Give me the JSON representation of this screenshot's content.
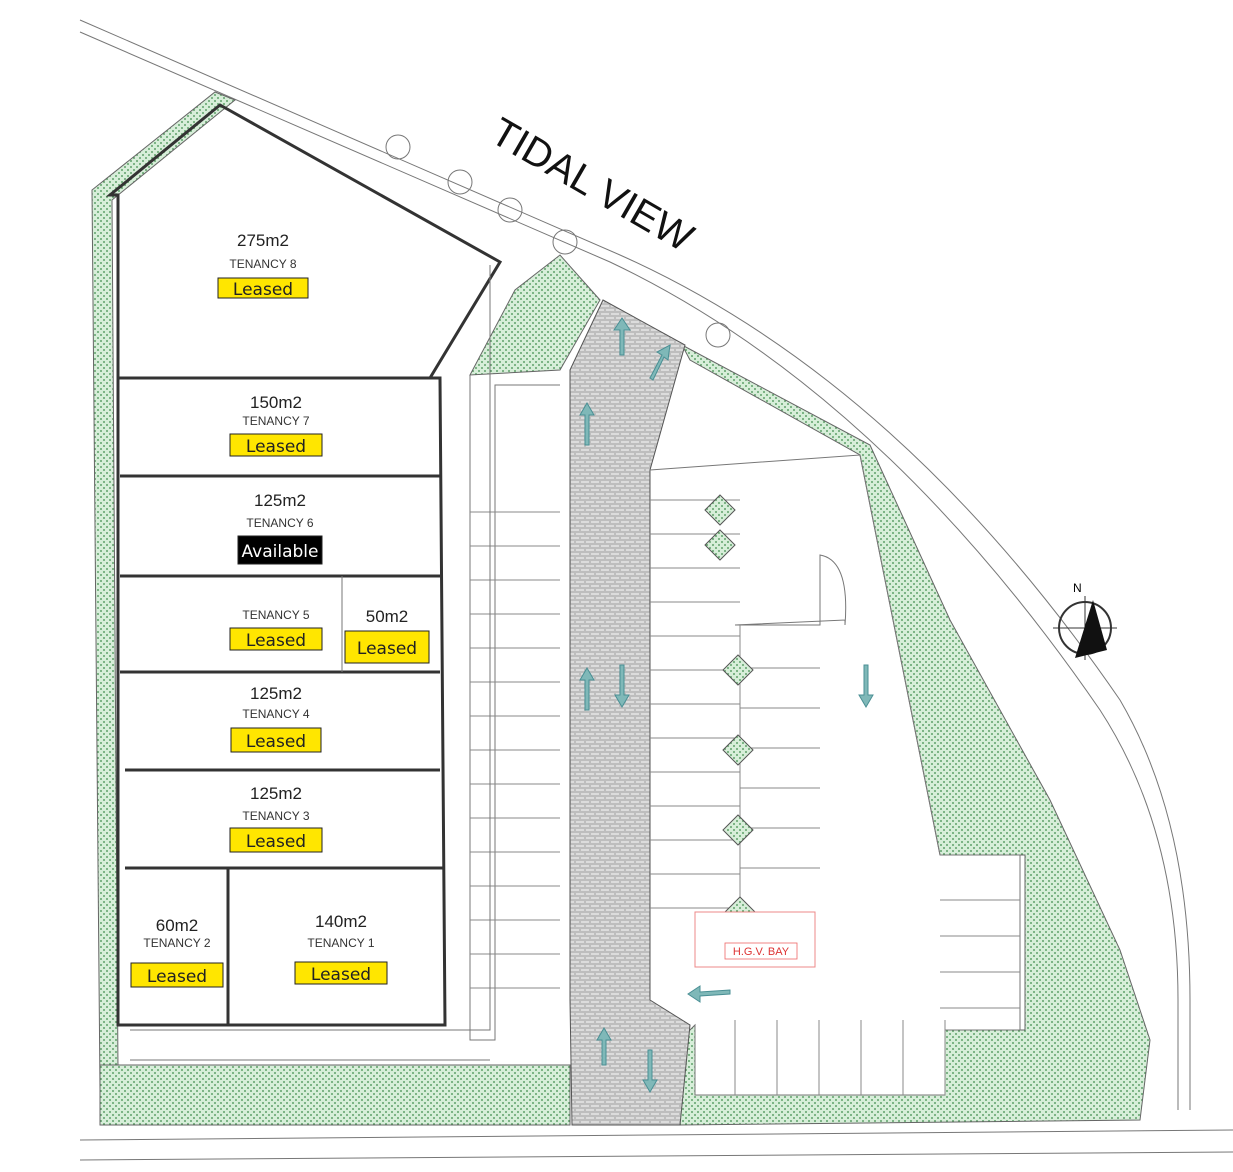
{
  "road_name": "TIDAL VIEW",
  "compass_label": "N",
  "hgv_bay_label": "H.G.V. BAY",
  "colors": {
    "leased": "#ffe600",
    "available": "#000000",
    "landscape": "#d7eed9",
    "paving": "#d9d9d9"
  },
  "tenancies": [
    {
      "area": "275m2",
      "name": "TENANCY 8",
      "status": "Leased"
    },
    {
      "area": "150m2",
      "name": "TENANCY 7",
      "status": "Leased"
    },
    {
      "area": "125m2",
      "name": "TENANCY 6",
      "status": "Available"
    },
    {
      "area": "",
      "name": "TENANCY 5",
      "status": "Leased"
    },
    {
      "area": "50m2",
      "name": "",
      "status": "Leased"
    },
    {
      "area": "125m2",
      "name": "TENANCY 4",
      "status": "Leased"
    },
    {
      "area": "125m2",
      "name": "TENANCY 3",
      "status": "Leased"
    },
    {
      "area": "60m2",
      "name": "TENANCY 2",
      "status": "Leased"
    },
    {
      "area": "140m2",
      "name": "TENANCY 1",
      "status": "Leased"
    }
  ]
}
